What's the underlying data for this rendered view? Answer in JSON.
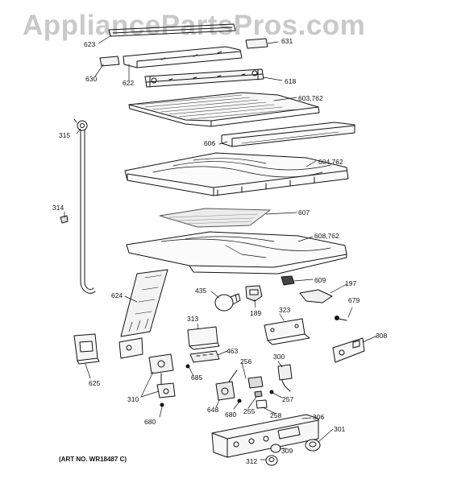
{
  "watermark": "AppliancePartsPros.com",
  "art_number": "(ART NO. WR18487 C)",
  "parts": [
    {
      "id": "623",
      "label": "623"
    },
    {
      "id": "631",
      "label": "631"
    },
    {
      "id": "630",
      "label": "630"
    },
    {
      "id": "622",
      "label": "622"
    },
    {
      "id": "618",
      "label": "618"
    },
    {
      "id": "603",
      "label": "603,762"
    },
    {
      "id": "315",
      "label": "315"
    },
    {
      "id": "606",
      "label": "606"
    },
    {
      "id": "604",
      "label": "604,762"
    },
    {
      "id": "314",
      "label": "314"
    },
    {
      "id": "607",
      "label": "607"
    },
    {
      "id": "608",
      "label": "608,762"
    },
    {
      "id": "624",
      "label": "624"
    },
    {
      "id": "435",
      "label": "435"
    },
    {
      "id": "609",
      "label": "609"
    },
    {
      "id": "197",
      "label": "197"
    },
    {
      "id": "189",
      "label": "189"
    },
    {
      "id": "679",
      "label": "679"
    },
    {
      "id": "313",
      "label": "313"
    },
    {
      "id": "323",
      "label": "323"
    },
    {
      "id": "308",
      "label": "308"
    },
    {
      "id": "463",
      "label": "463"
    },
    {
      "id": "625",
      "label": "625"
    },
    {
      "id": "685",
      "label": "685"
    },
    {
      "id": "256",
      "label": "256"
    },
    {
      "id": "300",
      "label": "300"
    },
    {
      "id": "310",
      "label": "310"
    },
    {
      "id": "648",
      "label": "648"
    },
    {
      "id": "680a",
      "label": "680"
    },
    {
      "id": "255",
      "label": "255"
    },
    {
      "id": "257",
      "label": "257"
    },
    {
      "id": "258",
      "label": "258"
    },
    {
      "id": "680b",
      "label": "680"
    },
    {
      "id": "306",
      "label": "306"
    },
    {
      "id": "301",
      "label": "301"
    },
    {
      "id": "309",
      "label": "309"
    },
    {
      "id": "312",
      "label": "312"
    }
  ]
}
